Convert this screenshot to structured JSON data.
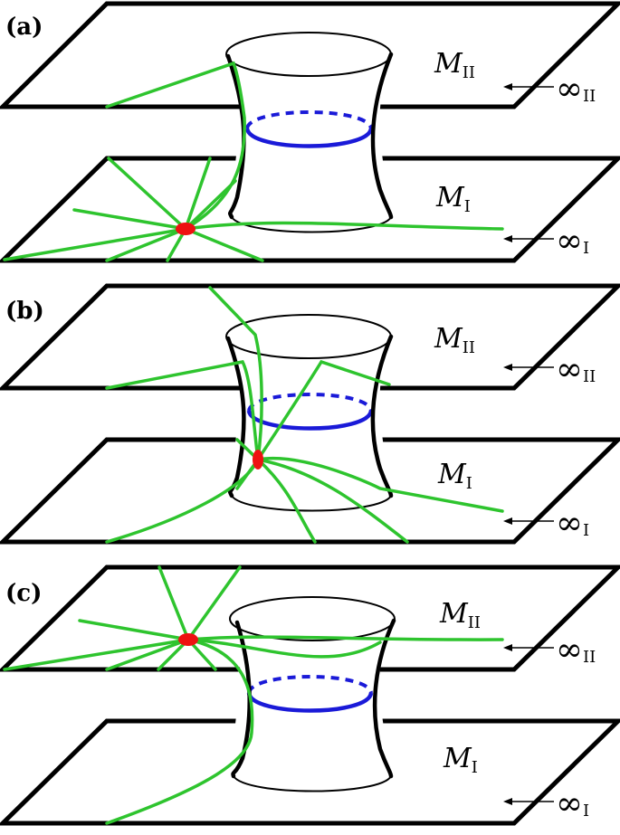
{
  "panels": [
    {
      "label": "(a)",
      "upper_sheet": {
        "letter": "M",
        "subscript": "II"
      },
      "lower_sheet": {
        "letter": "M",
        "subscript": "I"
      },
      "upper_infinity": {
        "symbol": "∞",
        "subscript": "II"
      },
      "lower_infinity": {
        "symbol": "∞",
        "subscript": "I"
      },
      "charge_location": "lower-sheet"
    },
    {
      "label": "(b)",
      "upper_sheet": {
        "letter": "M",
        "subscript": "II"
      },
      "lower_sheet": {
        "letter": "M",
        "subscript": "I"
      },
      "upper_infinity": {
        "symbol": "∞",
        "subscript": "II"
      },
      "lower_infinity": {
        "symbol": "∞",
        "subscript": "I"
      },
      "charge_location": "throat"
    },
    {
      "label": "(c)",
      "upper_sheet": {
        "letter": "M",
        "subscript": "II"
      },
      "lower_sheet": {
        "letter": "M",
        "subscript": "I"
      },
      "upper_infinity": {
        "symbol": "∞",
        "subscript": "II"
      },
      "lower_infinity": {
        "symbol": "∞",
        "subscript": "I"
      },
      "charge_location": "upper-sheet"
    }
  ],
  "colors": {
    "sheet_outline": "#000000",
    "throat_neck": "#1a1ad8",
    "field_lines": "#2ec42e",
    "charge": "#ee1111"
  }
}
